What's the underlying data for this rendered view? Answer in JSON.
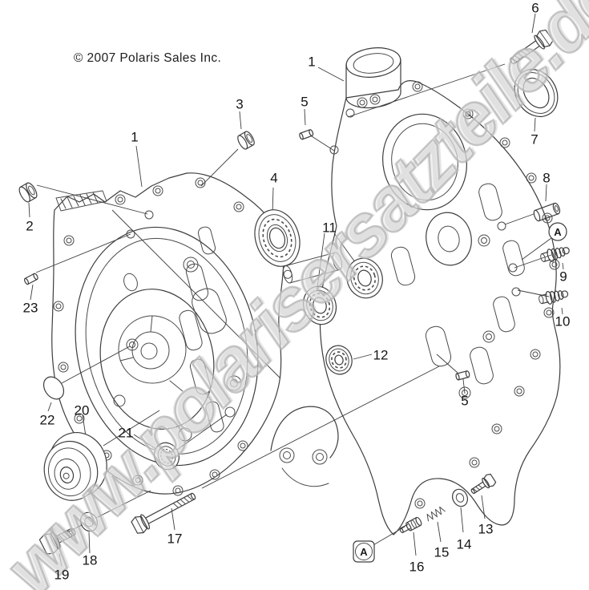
{
  "copyright": "© 2007 Polaris Sales Inc.",
  "watermark": {
    "text": "www.polarisersatzteile.de"
  },
  "colors": {
    "background": "#ffffff",
    "line_art": "#3d3d3d",
    "label_text": "#161616",
    "watermark_gray": "#b2b2b2"
  },
  "callouts": {
    "case_left": "1",
    "case_right": "1",
    "bushing_left": "2",
    "bushing_top": "3",
    "bearing_large": "4",
    "dowel_left": "5",
    "dowel_right": "5",
    "bolt_top": "6",
    "seal": "7",
    "dowel_pin": "8",
    "fitting_upper": "9",
    "fitting_lower": "10",
    "bearing_pair": "11",
    "bearing_small": "12",
    "bolt_small": "13",
    "washer_small": "14",
    "spring": "15",
    "valve": "16",
    "bolt_long": "17",
    "washer": "18",
    "bolt_flange": "19",
    "tensioner": "20",
    "ring_threaded": "21",
    "plug": "22",
    "pin_small": "23",
    "ref_marker_right": "A",
    "ref_marker_bottom": "A"
  }
}
